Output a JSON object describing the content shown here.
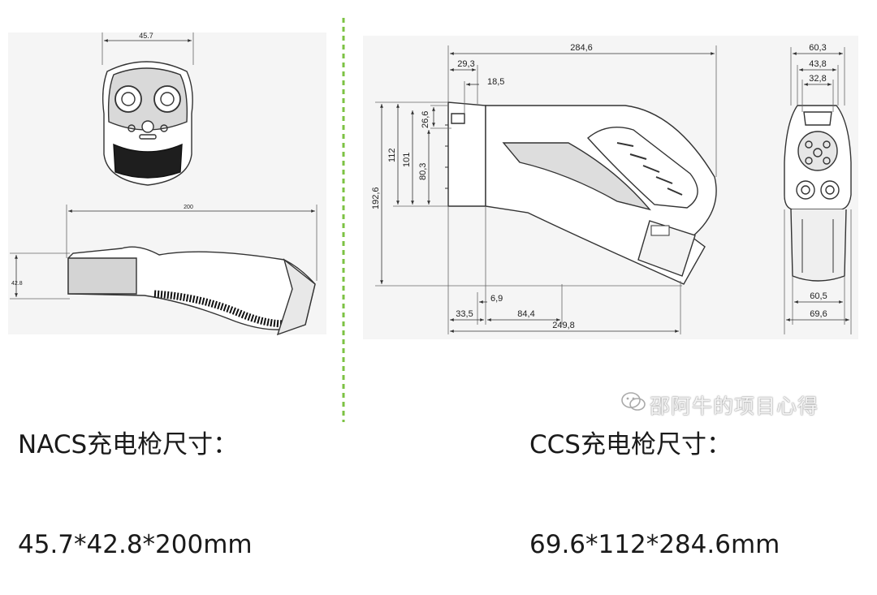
{
  "nacs": {
    "dims": {
      "width": "45.7",
      "height": "42.8",
      "length": "200"
    },
    "caption": {
      "line1": "NACS充电枪尺寸：",
      "line2": "45.7*42.8*200mm"
    }
  },
  "ccs": {
    "dims": {
      "d284": "284,6",
      "d29": "29,3",
      "d18": "18,5",
      "d26": "26,6",
      "d192": "192,6",
      "d112": "112",
      "d101": "101",
      "d80": "80,3",
      "d6": "6,9",
      "d33": "33,5",
      "d84": "84,4",
      "d249": "249,8",
      "d60_3": "60,3",
      "d43": "43,8",
      "d32": "32,8",
      "d60_5": "60,5",
      "d69": "69,6"
    },
    "caption": {
      "line1": "CCS充电枪尺寸：",
      "line2": "69.6*112*284.6mm"
    }
  },
  "watermark": "邵阿牛的项目心得",
  "colors": {
    "divider": "#7cc243",
    "panel": "#f4f4f4",
    "line": "#333333"
  }
}
